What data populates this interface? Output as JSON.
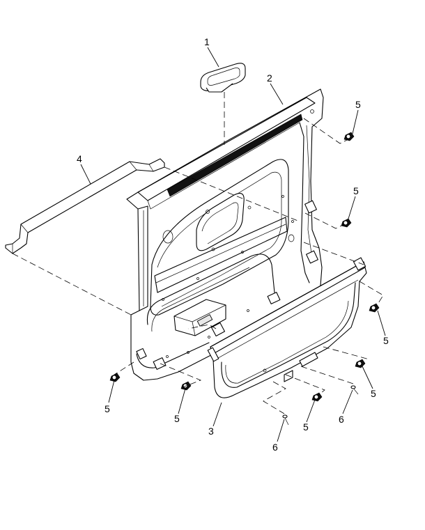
{
  "callouts": [
    {
      "id": "c1",
      "text": "1"
    },
    {
      "id": "c2",
      "text": "2"
    },
    {
      "id": "c3",
      "text": "3"
    },
    {
      "id": "c4",
      "text": "4"
    },
    {
      "id": "c5a",
      "text": "5"
    },
    {
      "id": "c5b",
      "text": "5"
    },
    {
      "id": "c5c",
      "text": "5"
    },
    {
      "id": "c5d",
      "text": "5"
    },
    {
      "id": "c5e",
      "text": "5"
    },
    {
      "id": "c5f",
      "text": "5"
    },
    {
      "id": "c5g",
      "text": "5"
    },
    {
      "id": "c6a",
      "text": "6"
    },
    {
      "id": "c6b",
      "text": "6"
    }
  ],
  "colors": {
    "line": "#000000",
    "background": "#ffffff"
  }
}
